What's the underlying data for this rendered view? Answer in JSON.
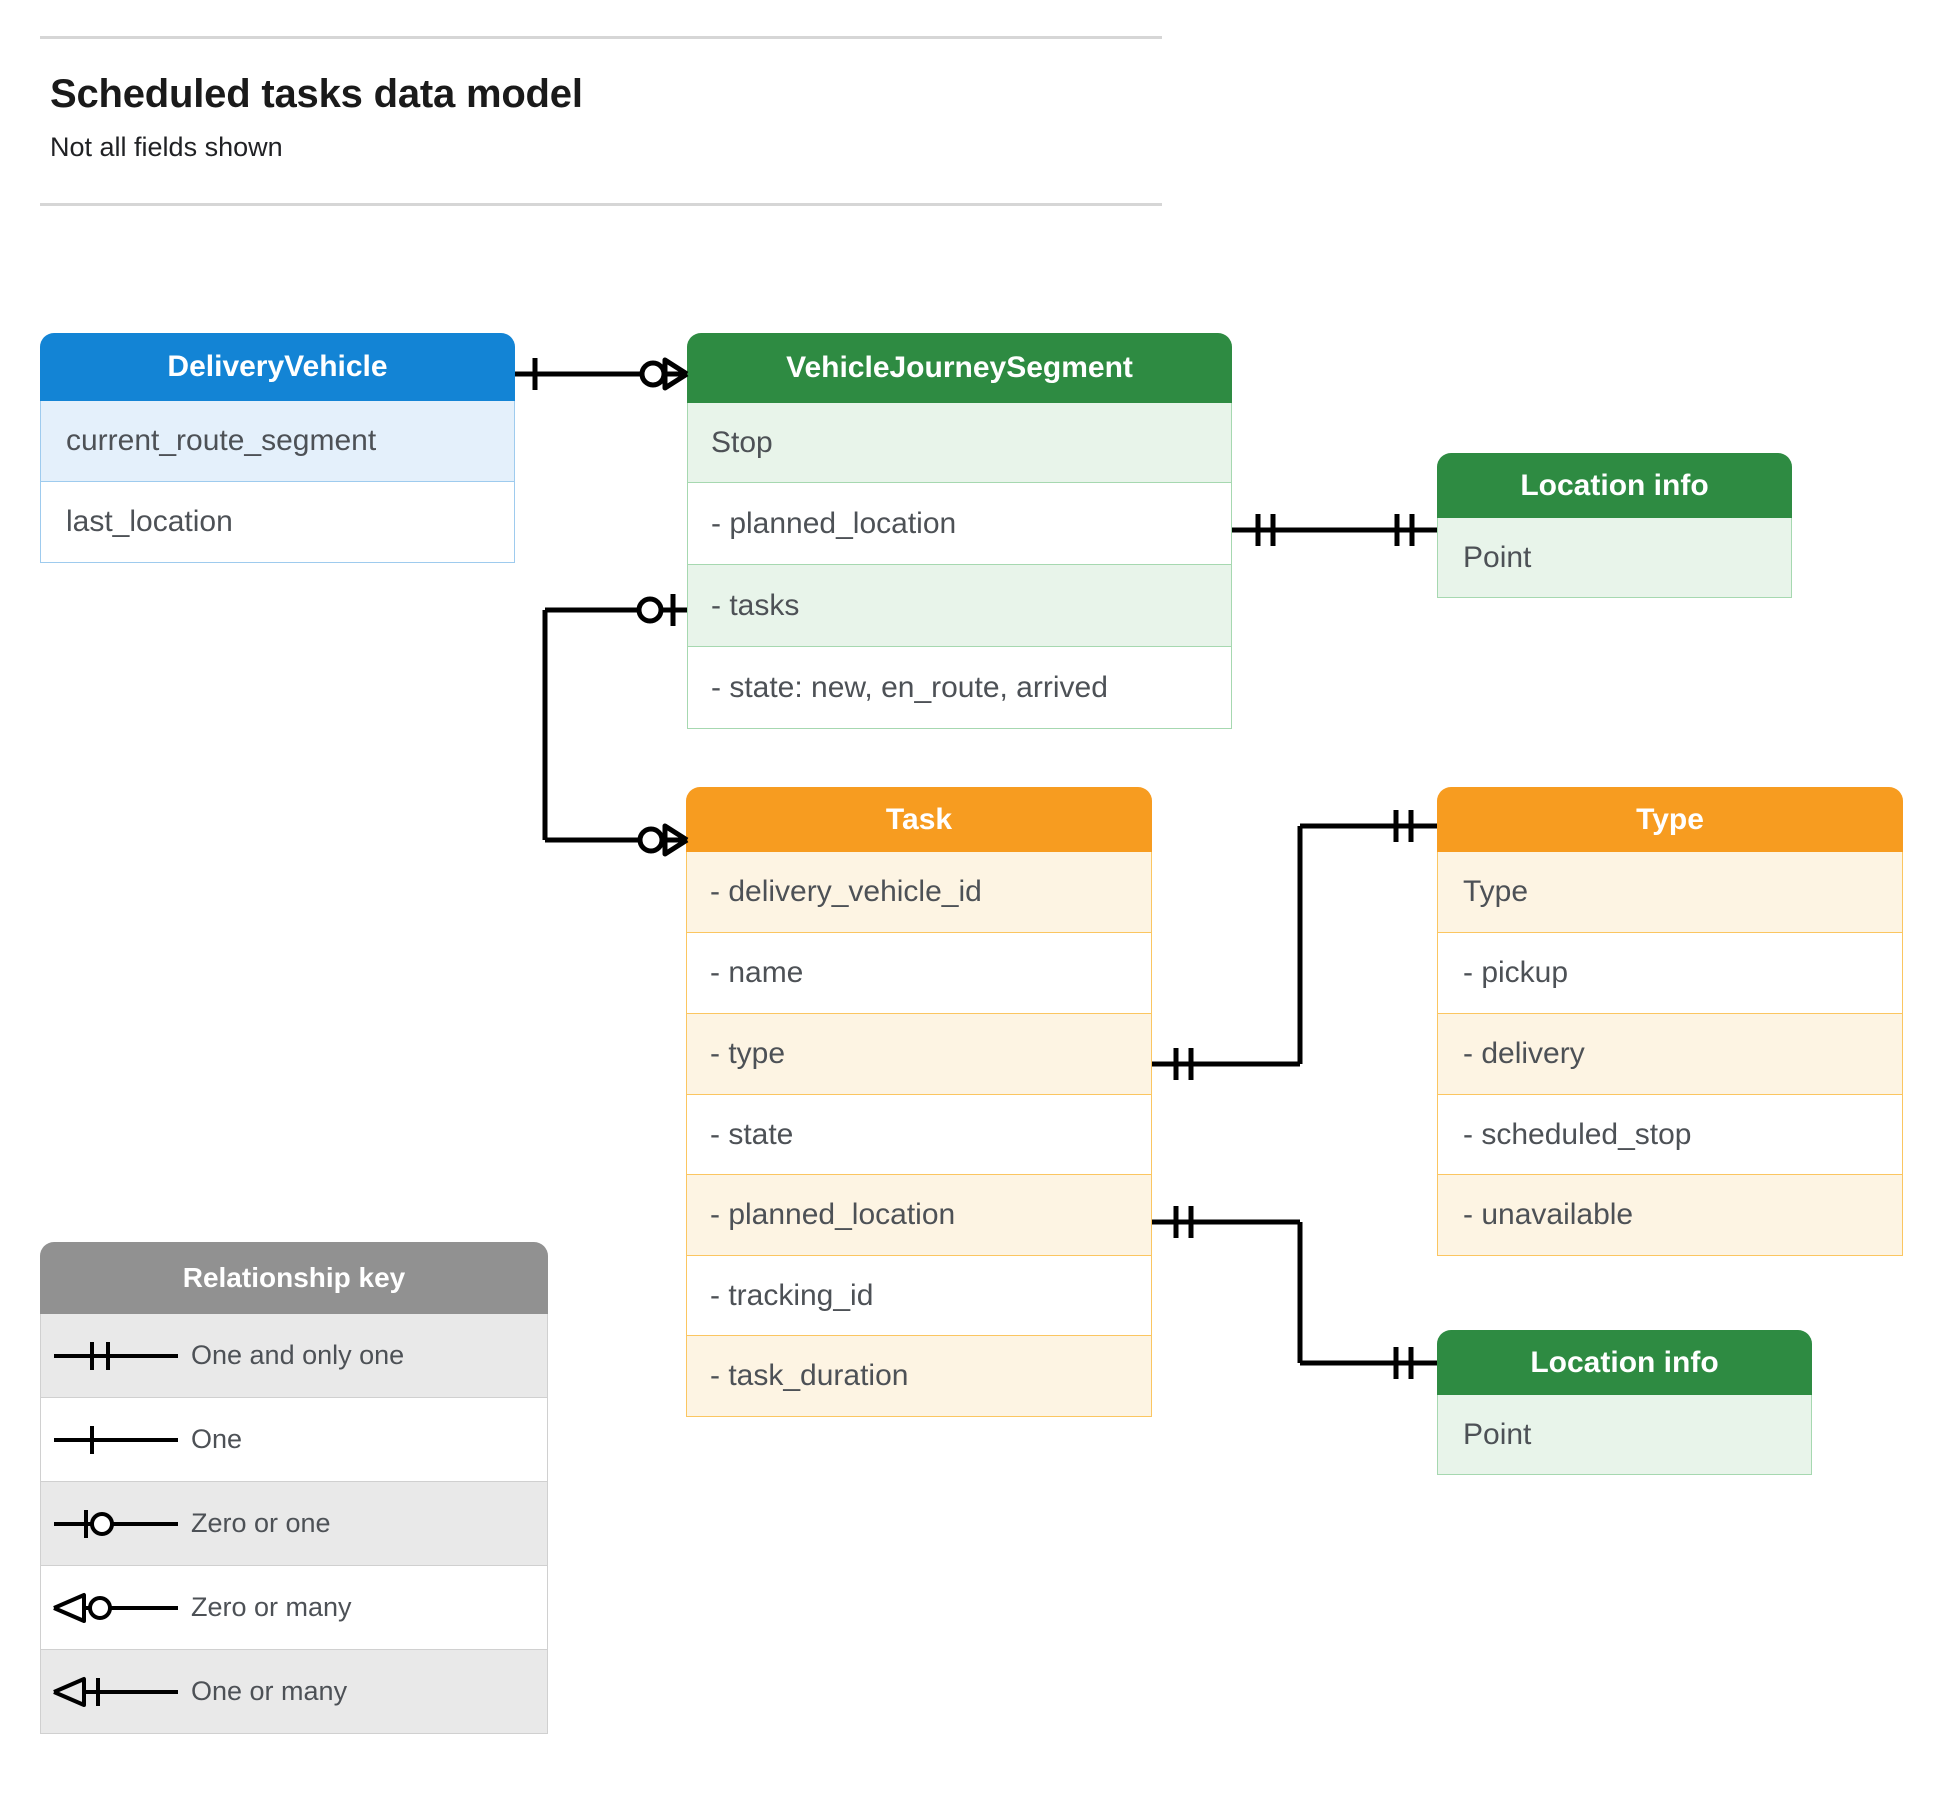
{
  "header": {
    "title": "Scheduled tasks data model",
    "subtitle": "Not all fields shown"
  },
  "entities": {
    "delivery_vehicle": {
      "name": "DeliveryVehicle",
      "color": "#1384d5",
      "rows": [
        "current_route_segment",
        "last_location"
      ]
    },
    "vehicle_journey_segment": {
      "name": "VehicleJourneySegment",
      "color": "#2e8b42",
      "rows": [
        "Stop",
        "-  planned_location",
        "- tasks",
        "- state: new, en_route, arrived"
      ]
    },
    "location_info_top": {
      "name": "Location info",
      "color": "#2e8b42",
      "rows": [
        "Point"
      ]
    },
    "task": {
      "name": "Task",
      "color": "#f79c20",
      "rows": [
        "- delivery_vehicle_id",
        "- name",
        "- type",
        "- state",
        "- planned_location",
        "- tracking_id",
        "- task_duration"
      ]
    },
    "type": {
      "name": "Type",
      "color": "#f79c20",
      "rows": [
        "Type",
        "-   pickup",
        "-   delivery",
        "-   scheduled_stop",
        "-   unavailable"
      ]
    },
    "location_info_bottom": {
      "name": "Location info",
      "color": "#2e8b42",
      "rows": [
        "Point"
      ]
    }
  },
  "legend": {
    "title": "Relationship key",
    "color": "#919191",
    "items": [
      {
        "label": "One and only one",
        "symbol": "one-and-only-one"
      },
      {
        "label": "One",
        "symbol": "one"
      },
      {
        "label": "Zero or one",
        "symbol": "zero-or-one"
      },
      {
        "label": "Zero or many",
        "symbol": "zero-or-many"
      },
      {
        "label": "One or many",
        "symbol": "one-or-many"
      }
    ]
  },
  "relationships": [
    {
      "from": "DeliveryVehicle",
      "from_cardinality": "one",
      "to": "VehicleJourneySegment",
      "to_cardinality": "zero-or-many"
    },
    {
      "from": "VehicleJourneySegment.- planned_location",
      "from_cardinality": "one-and-only-one",
      "to": "Location info",
      "to_cardinality": "one-and-only-one"
    },
    {
      "from": "VehicleJourneySegment.- tasks",
      "from_cardinality": "zero-or-one",
      "to": "Task",
      "to_cardinality": "zero-or-many"
    },
    {
      "from": "Task.- type",
      "from_cardinality": "one-and-only-one",
      "to": "Type",
      "to_cardinality": "one-and-only-one"
    },
    {
      "from": "Task.- planned_location",
      "from_cardinality": "one-and-only-one",
      "to": "Location info",
      "to_cardinality": "one-and-only-one"
    }
  ]
}
